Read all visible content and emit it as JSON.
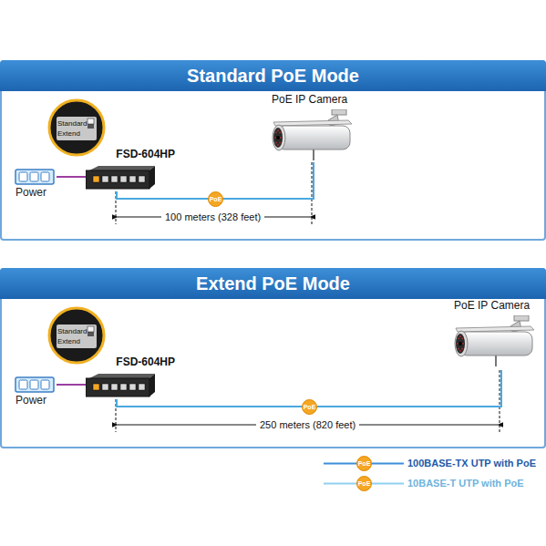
{
  "diagram": {
    "nodes": [
      {
        "text": [
          "Standard PoE Mode"
        ]
      },
      {
        "text": [
          "Standard",
          "Extend"
        ],
        "in": 0
      },
      {
        "text": [
          "FSD-604HP"
        ],
        "in": 0
      },
      {
        "text": [
          "Power"
        ],
        "in": 0
      },
      {
        "text": [
          "PoE IP Camera"
        ],
        "in": 0
      },
      {
        "text": [
          "Extend PoE Mode"
        ]
      },
      {
        "text": [
          "Standard",
          "Extend"
        ],
        "in": 5
      },
      {
        "text": [
          "FSD-604HP"
        ],
        "in": 5
      },
      {
        "text": [
          "Power"
        ],
        "in": 5
      },
      {
        "text": [
          "PoE IP Camera"
        ],
        "in": 5
      }
    ],
    "edges": [
      {
        "from": 3,
        "to": 2,
        "arrow": "none"
      },
      {
        "from": 2,
        "to": 4,
        "arrow": "none",
        "label": "PoE"
      },
      {
        "from": 8,
        "to": 7,
        "arrow": "none"
      },
      {
        "from": 7,
        "to": 9,
        "arrow": "none",
        "label": "PoE"
      }
    ],
    "labels": [
      "100 meters (328 feet)",
      "250 meters (820 feet)",
      "PoE",
      "PoE"
    ],
    "legend": [
      {
        "text": "100BASE-TX UTP with PoE"
      },
      {
        "text": "10BASE-T UTP with PoE"
      }
    ]
  }
}
